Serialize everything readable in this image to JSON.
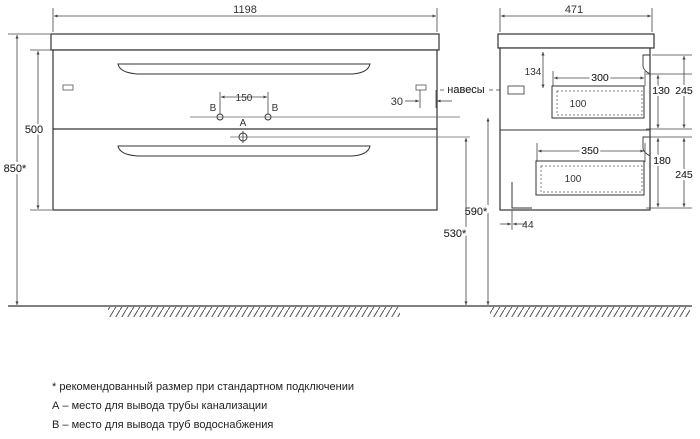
{
  "front": {
    "width": "1198",
    "height": "500",
    "total_height": "850*",
    "pipe_b_spacing": "150",
    "label_a": "A",
    "label_b_left": "B",
    "label_b_right": "B",
    "hinge_offset": "30",
    "hinges_label": "навесы",
    "height_590": "590*",
    "height_530": "530*"
  },
  "side": {
    "depth": "471",
    "top_offset": "134",
    "upper_drawer_depth": "300",
    "upper_drawer_inner": "100",
    "upper_drawer_h1": "130",
    "upper_drawer_h2": "245",
    "lower_drawer_depth": "350",
    "lower_drawer_inner": "100",
    "lower_drawer_h1": "180",
    "lower_drawer_h2": "245",
    "bottom_offset": "44"
  },
  "notes": {
    "asterisk": "* рекомендованный размер при стандартном подключении",
    "a": "А – место для вывода трубы канализации",
    "b": "В – место для вывода труб водоснабжения"
  }
}
